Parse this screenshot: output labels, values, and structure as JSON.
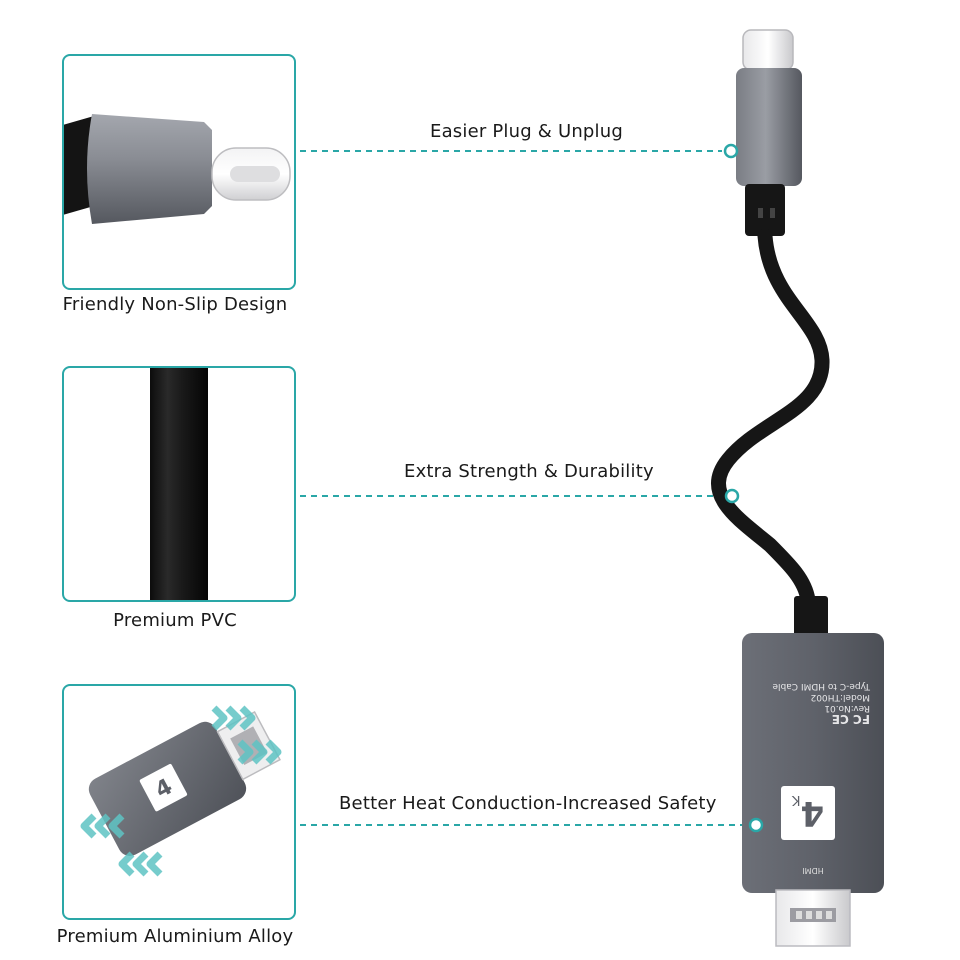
{
  "panels": [
    {
      "caption": "Friendly Non-Slip Design"
    },
    {
      "caption": "Premium PVC"
    },
    {
      "caption": "Premium Aluminium Alloy"
    }
  ],
  "callouts": [
    {
      "label": "Easier Plug & Unplug"
    },
    {
      "label": "Extra Strength & Durability"
    },
    {
      "label": "Better Heat Conduction-Increased Safety"
    }
  ],
  "product": {
    "type_label": "Type-C to HDMI Cable",
    "model": "Model:TH002",
    "rev": "Rev:No.01",
    "badge_main": "4",
    "badge_sub": "K",
    "port_label": "HDMI",
    "cert_marks": "FC CE"
  },
  "colors": {
    "accent": "#2aa7a7",
    "housing": "#5d6068",
    "cable": "#161616"
  }
}
